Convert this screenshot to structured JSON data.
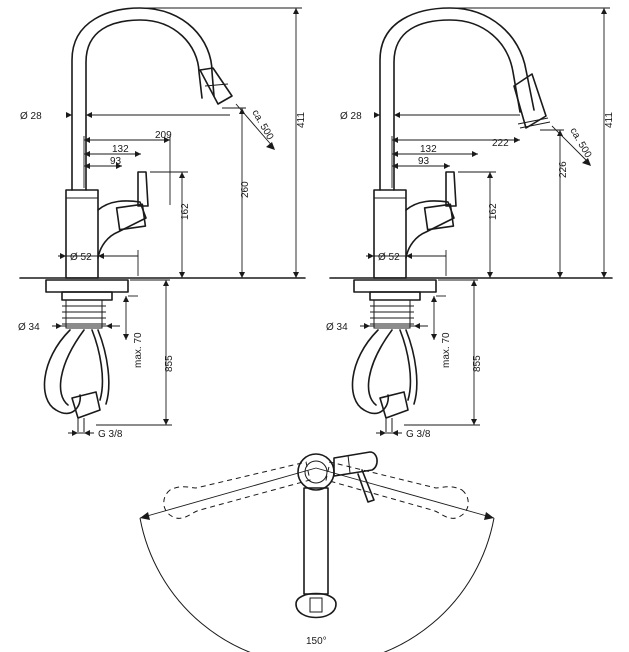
{
  "left_view": {
    "dia_spout": "Ø 28",
    "dim_209": "209",
    "dim_132": "132",
    "dim_93": "93",
    "dim_162": "162",
    "dim_260": "260",
    "dim_411": "411",
    "dim_500": "ca. 500",
    "dia_body": "Ø 52",
    "dia_thread": "Ø 34",
    "dim_max70": "max. 70",
    "dim_855": "855",
    "thread": "G 3/8"
  },
  "right_view": {
    "dia_spout": "Ø 28",
    "dim_222": "222",
    "dim_132": "132",
    "dim_93": "93",
    "dim_162": "162",
    "dim_226": "226",
    "dim_411": "411",
    "dim_500": "ca. 500",
    "dia_body": "Ø 52",
    "dia_thread": "Ø 34",
    "dim_max70": "max. 70",
    "dim_855": "855",
    "thread": "G 3/8"
  },
  "top_view": {
    "angle": "150°"
  }
}
